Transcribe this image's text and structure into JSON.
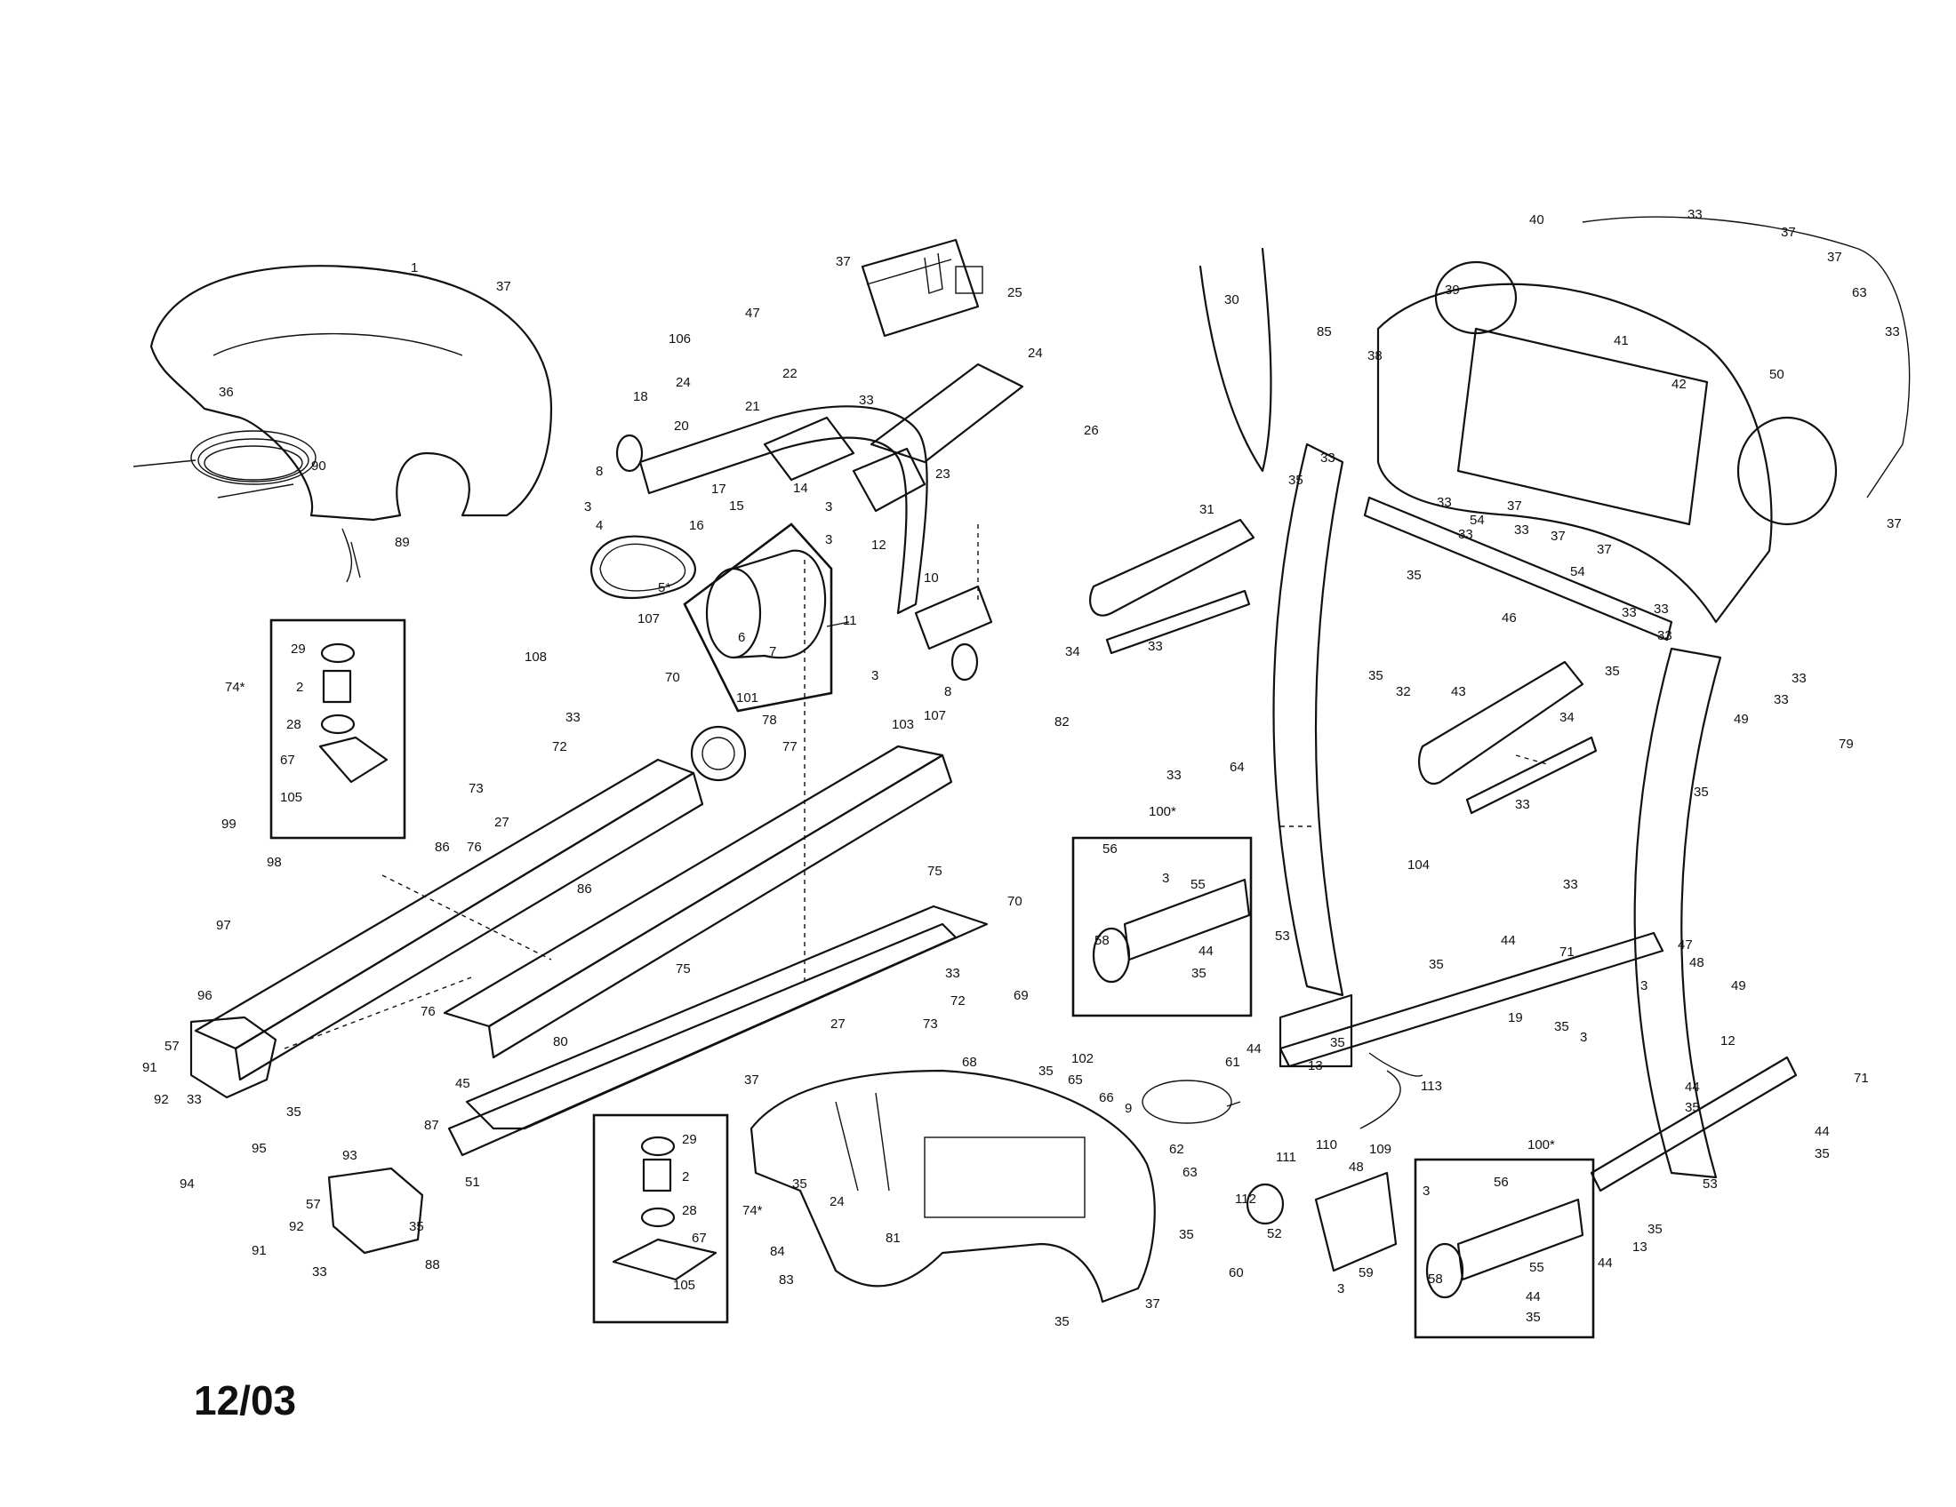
{
  "diagram": {
    "date_code": "12/03",
    "callouts": [
      "1",
      "2",
      "3",
      "4",
      "5*",
      "6",
      "7",
      "8",
      "9",
      "10",
      "11",
      "12",
      "13",
      "14",
      "15",
      "16",
      "17",
      "18",
      "19",
      "20",
      "21",
      "22",
      "23",
      "24",
      "25",
      "26",
      "27",
      "28",
      "29",
      "30",
      "31",
      "32",
      "33",
      "34",
      "35",
      "36",
      "37",
      "38",
      "39",
      "40",
      "41",
      "42",
      "43",
      "44",
      "45",
      "46",
      "47",
      "48",
      "49",
      "50",
      "51",
      "52",
      "53",
      "54",
      "55",
      "56",
      "57",
      "58",
      "59",
      "60",
      "61",
      "62",
      "63",
      "64",
      "65",
      "66",
      "67",
      "68",
      "69",
      "70",
      "71",
      "72",
      "73",
      "74*",
      "75",
      "76",
      "77",
      "78",
      "79",
      "80",
      "81",
      "82",
      "83",
      "84",
      "85",
      "86",
      "87",
      "88",
      "89",
      "90",
      "91",
      "92",
      "93",
      "94",
      "95",
      "96",
      "97",
      "98",
      "99",
      "100*",
      "101",
      "102",
      "103",
      "104",
      "105",
      "106",
      "107",
      "108",
      "109",
      "110",
      "111",
      "112",
      "113"
    ]
  }
}
